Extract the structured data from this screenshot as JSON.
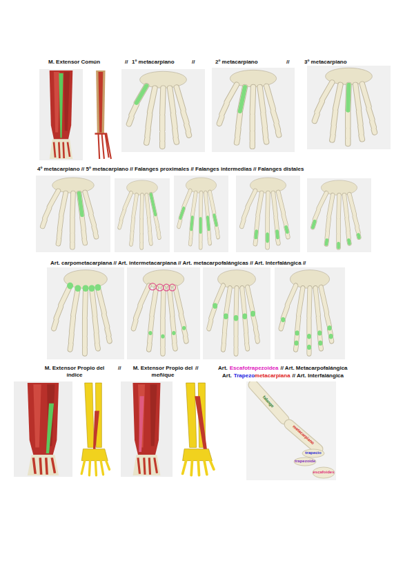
{
  "diagram": {
    "labels": [
      "M. Extensor Común",
      "//",
      "1º metacarpiano",
      "//",
      "2º metacarpiano",
      "//",
      "3º metacarpiano",
      "4º metacarpiano // 5º metacarpiano // Falanges proximales // Falanges intermedias // Falanges distales",
      "Art. carpometacarpiana // Art. intermetacarpiana // Art. metacarpofalángicas // Art. Interfalángica //",
      "M. Extensor Propio del índice",
      "//",
      "M. Extensor Propio del meñique",
      "//",
      "Art.",
      "Escafotrapezoidea",
      "// Art. Metacarpofalángica",
      "Art.",
      "Trapezo",
      "metacarpiana",
      "// Art. Interfalángica",
      "falange",
      "metacarpiano",
      "trapecio",
      "trapezoide",
      "escafoides"
    ]
  }
}
